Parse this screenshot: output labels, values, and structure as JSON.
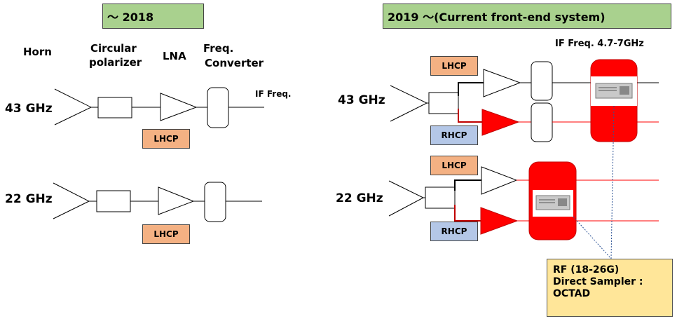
{
  "left": {
    "header": "～ 2018",
    "col_labels": {
      "horn": "Horn",
      "polarizer": [
        "Circular",
        "polarizer"
      ],
      "lna": "LNA",
      "converter": [
        "Freq.",
        "Converter"
      ]
    },
    "rows": [
      {
        "band": "43 GHz",
        "output": "IF Freq.",
        "pol": "LHCP"
      },
      {
        "band": "22 GHz",
        "pol": "LHCP"
      }
    ]
  },
  "right": {
    "header": "2019 ～(Current front-end system)",
    "if_label": "IF Freq. 4.7-7GHz",
    "rows": [
      {
        "band": "43 GHz",
        "pol_top": "LHCP",
        "pol_bottom": "RHCP"
      },
      {
        "band": "22 GHz",
        "pol_top": "LHCP",
        "pol_bottom": "RHCP"
      }
    ],
    "note": [
      "RF (18-26G)",
      "Direct Sampler :",
      "OCTAD"
    ]
  },
  "colors": {
    "header_bg": "#a9d18e",
    "lhcp_bg": "#f4b183",
    "rhcp_bg": "#b4c7e7",
    "sampler": "#ff0000",
    "note_bg": "#ffe699"
  }
}
